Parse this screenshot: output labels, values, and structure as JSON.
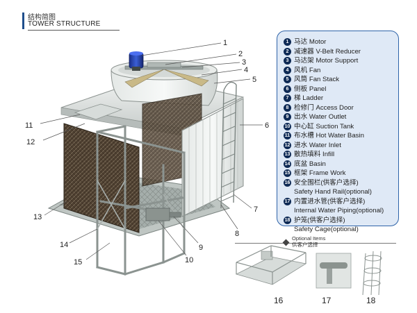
{
  "header": {
    "title_cn": "结构简图",
    "title_en": "TOWER STRUCTURE"
  },
  "callouts": [
    "1",
    "2",
    "3",
    "4",
    "5",
    "6",
    "7",
    "8",
    "9",
    "10",
    "11",
    "12",
    "13",
    "14",
    "15"
  ],
  "legend": {
    "items": [
      {
        "num": "1",
        "label": "马达 Motor"
      },
      {
        "num": "2",
        "label": "减速器 V-Belt Reducer"
      },
      {
        "num": "3",
        "label": "马达架 Motor Support"
      },
      {
        "num": "4",
        "label": "风机 Fan"
      },
      {
        "num": "5",
        "label": "风筒 Fan Stack"
      },
      {
        "num": "6",
        "label": "侧板 Panel"
      },
      {
        "num": "7",
        "label": "梯 Ladder"
      },
      {
        "num": "8",
        "label": "检修门 Access Door"
      },
      {
        "num": "9",
        "label": "出水 Water Outlet"
      },
      {
        "num": "10",
        "label": "中心缸 Suction Tank"
      },
      {
        "num": "11",
        "label": "布水槽 Hot Water Basin"
      },
      {
        "num": "12",
        "label": "进水 Water Inlet"
      },
      {
        "num": "13",
        "label": "散热填料 Infill"
      },
      {
        "num": "14",
        "label": "底盆 Basin"
      },
      {
        "num": "15",
        "label": "框架 Frame Work"
      },
      {
        "num": "16",
        "label": "安全围栏(供客户选择)",
        "sub": "Safety Hand Rail(optional)"
      },
      {
        "num": "17",
        "label": "内置进水管(供客户选择)",
        "sub": "Internal Water Piping(optional)"
      },
      {
        "num": "18",
        "label": "护笼(供客户选择)",
        "sub": "Safety Cage(optional)"
      }
    ]
  },
  "options": {
    "title_en": "Optional Items",
    "title_cn": "供客户选择",
    "numbers": [
      "16",
      "17",
      "18"
    ]
  }
}
